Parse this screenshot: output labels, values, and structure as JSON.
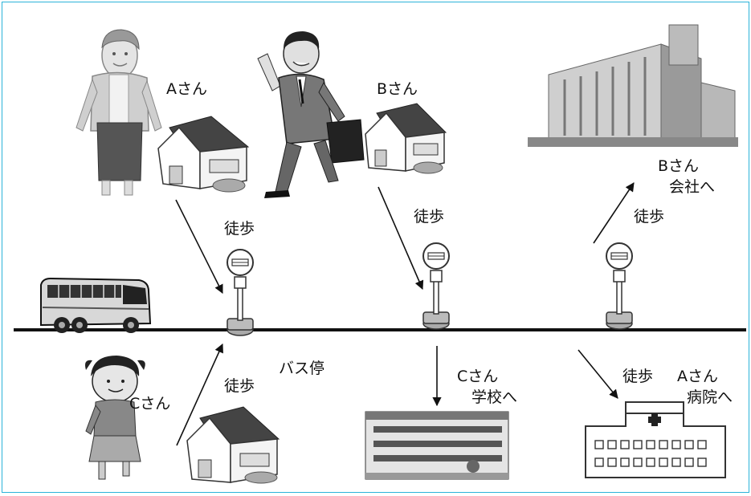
{
  "labels": {
    "person_a": "Aさん",
    "person_b": "Bさん",
    "person_c": "Cさん",
    "walk": "徒歩",
    "bus_stop": "バス停",
    "b_dest_line1": "Bさん",
    "b_dest_line2": "会社へ",
    "c_dest_line1": "Cさん",
    "c_dest_line2": "学校へ",
    "a_dest_line1": "Aさん",
    "a_dest_line2": "病院へ"
  },
  "colors": {
    "border": "#2bb3d9",
    "road": "#111111",
    "gray_dark": "#555555",
    "gray_mid": "#9a9a9a",
    "gray_light": "#d9d9d9"
  }
}
